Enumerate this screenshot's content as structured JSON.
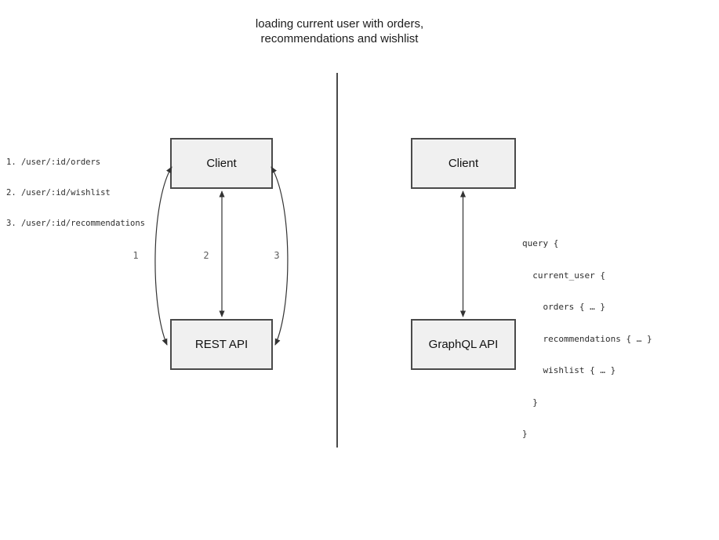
{
  "title": {
    "line1": "loading current user with orders,",
    "line2": "recommendations and wishlist"
  },
  "left_panel": {
    "endpoints": [
      "1. /user/:id/orders",
      "2. /user/:id/wishlist",
      "3. /user/:id/recommendations"
    ],
    "client_box_label": "Client",
    "api_box_label": "REST API",
    "arrow_labels": [
      "1",
      "2",
      "3"
    ]
  },
  "right_panel": {
    "client_box_label": "Client",
    "api_box_label": "GraphQL API",
    "query_lines": [
      "query {",
      "  current_user {",
      "    orders { … }",
      "    recommendations { … }",
      "    wishlist { … }",
      "  }",
      "}"
    ]
  },
  "colors": {
    "box_fill": "#f0f0f0",
    "box_border": "#4a4a4a",
    "arrow": "#333333",
    "divider": "#4a4a4a",
    "label_muted": "#5f5f5f"
  }
}
